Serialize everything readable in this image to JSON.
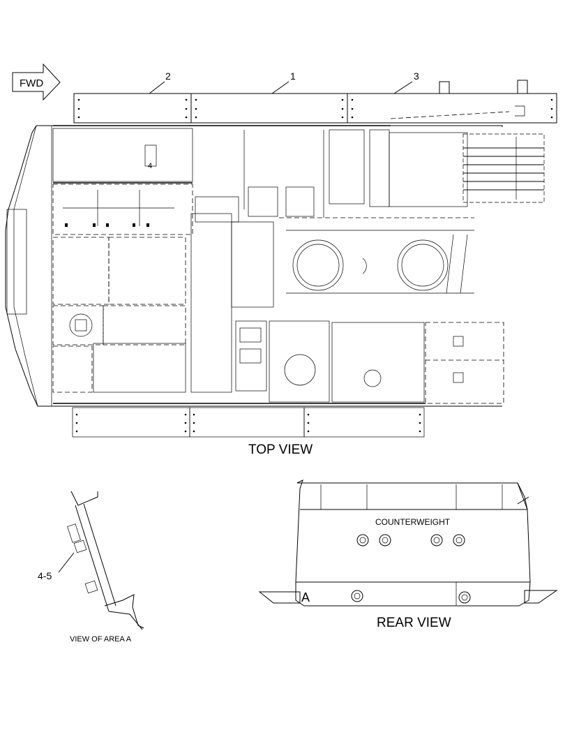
{
  "callouts": {
    "fwd": "FWD",
    "item_1": "1",
    "item_2": "2",
    "item_3": "3",
    "item_4": "4",
    "item_4_5": "4-5",
    "area_a_marker": "A"
  },
  "views": {
    "top": "TOP VIEW",
    "rear": "REAR VIEW",
    "area_a": "VIEW OF AREA A"
  },
  "rear_view": {
    "counterweight_label": "COUNTERWEIGHT"
  }
}
